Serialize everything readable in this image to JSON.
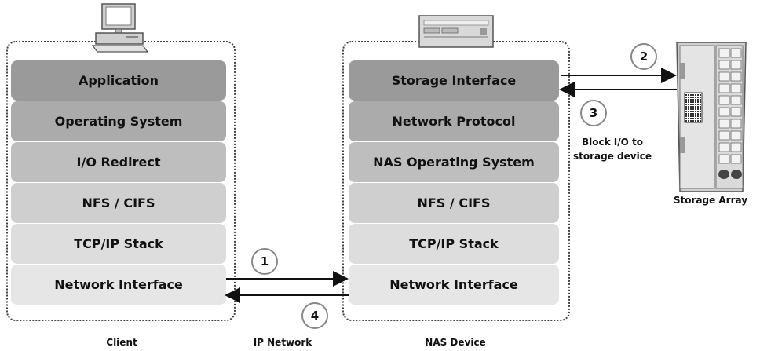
{
  "client": {
    "label": "Client",
    "layers": [
      "Application",
      "Operating System",
      "I/O Redirect",
      "NFS / CIFS",
      "TCP/IP Stack",
      "Network Interface"
    ],
    "icon": "desktop-computer-icon"
  },
  "nas": {
    "label": "NAS Device",
    "layers": [
      "Storage Interface",
      "Network Protocol",
      "NAS Operating System",
      "NFS / CIFS",
      "TCP/IP Stack",
      "Network Interface"
    ],
    "icon": "nas-server-icon"
  },
  "network": {
    "label": "IP Network"
  },
  "storage": {
    "label": "Storage Array",
    "icon": "storage-array-icon"
  },
  "steps": [
    "1",
    "2",
    "3",
    "4"
  ],
  "block_io_note": {
    "line1": "Block I/O to",
    "line2": "storage device"
  },
  "colors": {
    "layer_shades": [
      "#9a9a9a",
      "#ababab",
      "#bebebe",
      "#cfcfcf",
      "#dddddd",
      "#e6e6e6"
    ],
    "arrow": "#111111",
    "border": "#444444"
  }
}
